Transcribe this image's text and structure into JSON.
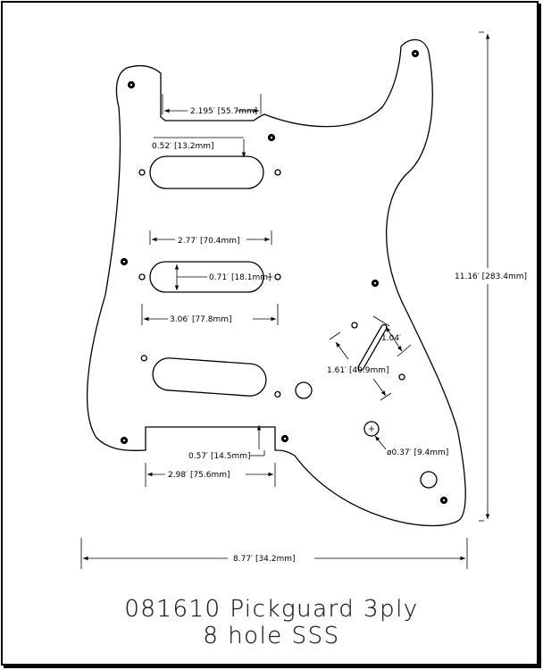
{
  "title": {
    "line1": "081610 Pickguard 3ply",
    "line2": "8 hole SSS"
  },
  "dimensions": {
    "neck_pocket_width": "2.195′ [55.7mm]",
    "neck_pocket_depth": "0.52′ [13.2mm]",
    "pickup_width_outer": "2.77′ [70.4mm]",
    "pickup_height": "0.71′ [18.1mm]",
    "pickup_screw_spacing": "3.06′ [77.8mm]",
    "switch_slot_length": "1.04′",
    "switch_screw_spacing": "1.61′ [40.9mm]",
    "jack_cutout_depth": "0.57′ [14.5mm]",
    "jack_cutout_width": "2.98′ [75.6mm]",
    "pot_hole_diameter": "ø0.37′ [9.4mm]",
    "overall_length": "11.16′ [283.4mm]",
    "overall_width": "8.77′ [34.2mm]"
  },
  "colors": {
    "line": "#000000",
    "background": "#ffffff"
  }
}
